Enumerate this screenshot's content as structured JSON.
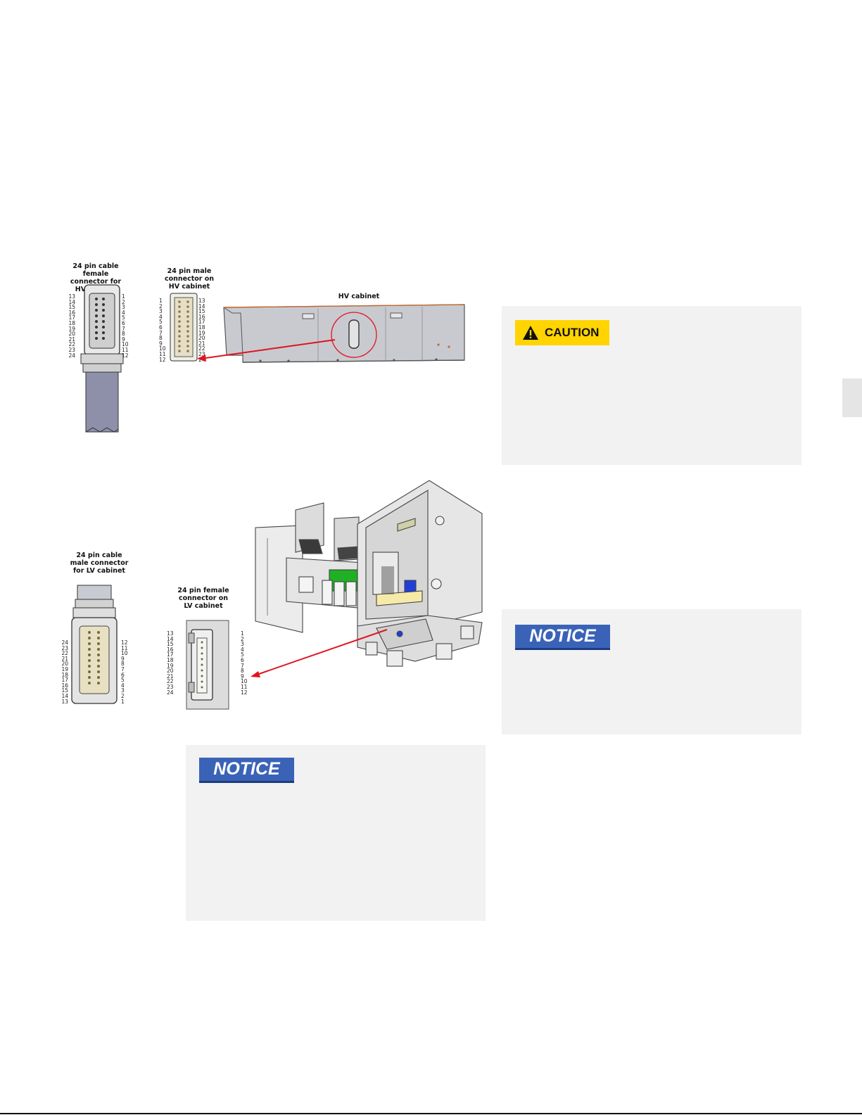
{
  "figure_hv": {
    "female_cable_label": "24 pin cable female connector for HV cabinet",
    "male_panel_label": "24 pin male connector on HV cabinet",
    "cabinet_label": "HV cabinet",
    "female_left_pins": [
      "13",
      "14",
      "15",
      "16",
      "17",
      "18",
      "19",
      "20",
      "21",
      "22",
      "23",
      "24"
    ],
    "female_right_pins": [
      "1",
      "2",
      "3",
      "4",
      "5",
      "6",
      "7",
      "8",
      "9",
      "10",
      "11",
      "12"
    ],
    "male_left_pins": [
      "1",
      "2",
      "3",
      "4",
      "5",
      "6",
      "7",
      "8",
      "9",
      "10",
      "11",
      "12"
    ],
    "male_right_pins": [
      "13",
      "14",
      "15",
      "16",
      "17",
      "18",
      "19",
      "20",
      "21",
      "22",
      "23",
      "24"
    ]
  },
  "figure_lv": {
    "male_cable_label": "24 pin cable male connector for LV cabinet",
    "female_panel_label": "24 pin female connector on LV cabinet",
    "male_left_pins": [
      "24",
      "23",
      "22",
      "21",
      "20",
      "19",
      "18",
      "17",
      "16",
      "15",
      "14",
      "13"
    ],
    "male_right_pins": [
      "12",
      "11",
      "10",
      "9",
      "8",
      "7",
      "6",
      "5",
      "4",
      "3",
      "2",
      "1"
    ],
    "female_left_pins": [
      "13",
      "14",
      "15",
      "16",
      "17",
      "18",
      "19",
      "20",
      "21",
      "22",
      "23",
      "24"
    ],
    "female_right_pins": [
      "1",
      "2",
      "3",
      "4",
      "5",
      "6",
      "7",
      "8",
      "9",
      "10",
      "11",
      "12"
    ]
  },
  "caution_box": {
    "tag": "CAUTION",
    "icon": "warning-triangle-icon",
    "tag_color": "#ffd400"
  },
  "notice_right": {
    "tag": "NOTICE",
    "tag_color": "#3a63b8"
  },
  "notice_bottom": {
    "tag": "NOTICE",
    "tag_color": "#3a63b8"
  },
  "colors": {
    "panel_bg": "#f2f2f2",
    "arrow": "#e0141e"
  }
}
